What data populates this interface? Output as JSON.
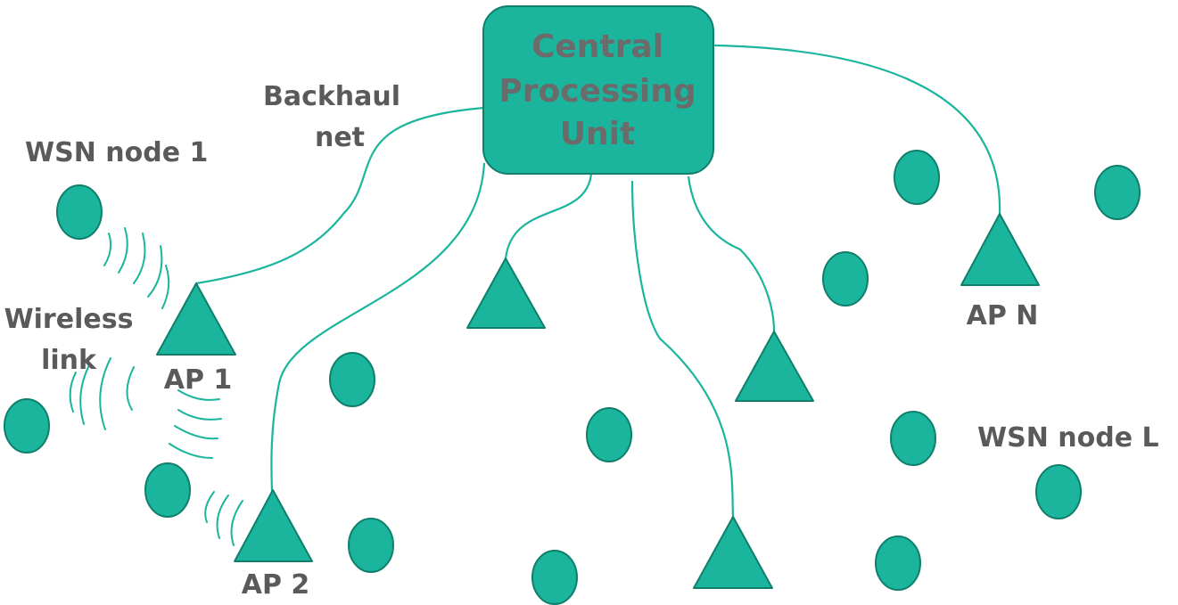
{
  "colors": {
    "node_fill": "#1ab59c",
    "node_stroke": "#0f7f6c",
    "link": "#1ab59c",
    "text": "#5a5a5a"
  },
  "cpu": {
    "line1": "Central",
    "line2": "Processing",
    "line3": "Unit"
  },
  "labels": {
    "backhaul_line1": "Backhaul",
    "backhaul_line2": "net",
    "wsn_node_1": "WSN node 1",
    "wsn_node_l": "WSN node L",
    "wireless_line1": "Wireless",
    "wireless_line2": "link",
    "ap1": "AP 1",
    "ap2": "AP 2",
    "apn": "AP N"
  },
  "icons": {
    "access_point": "triangle-icon",
    "sensor_node": "circle-icon",
    "radio_wave": "wave-arc-icon"
  }
}
